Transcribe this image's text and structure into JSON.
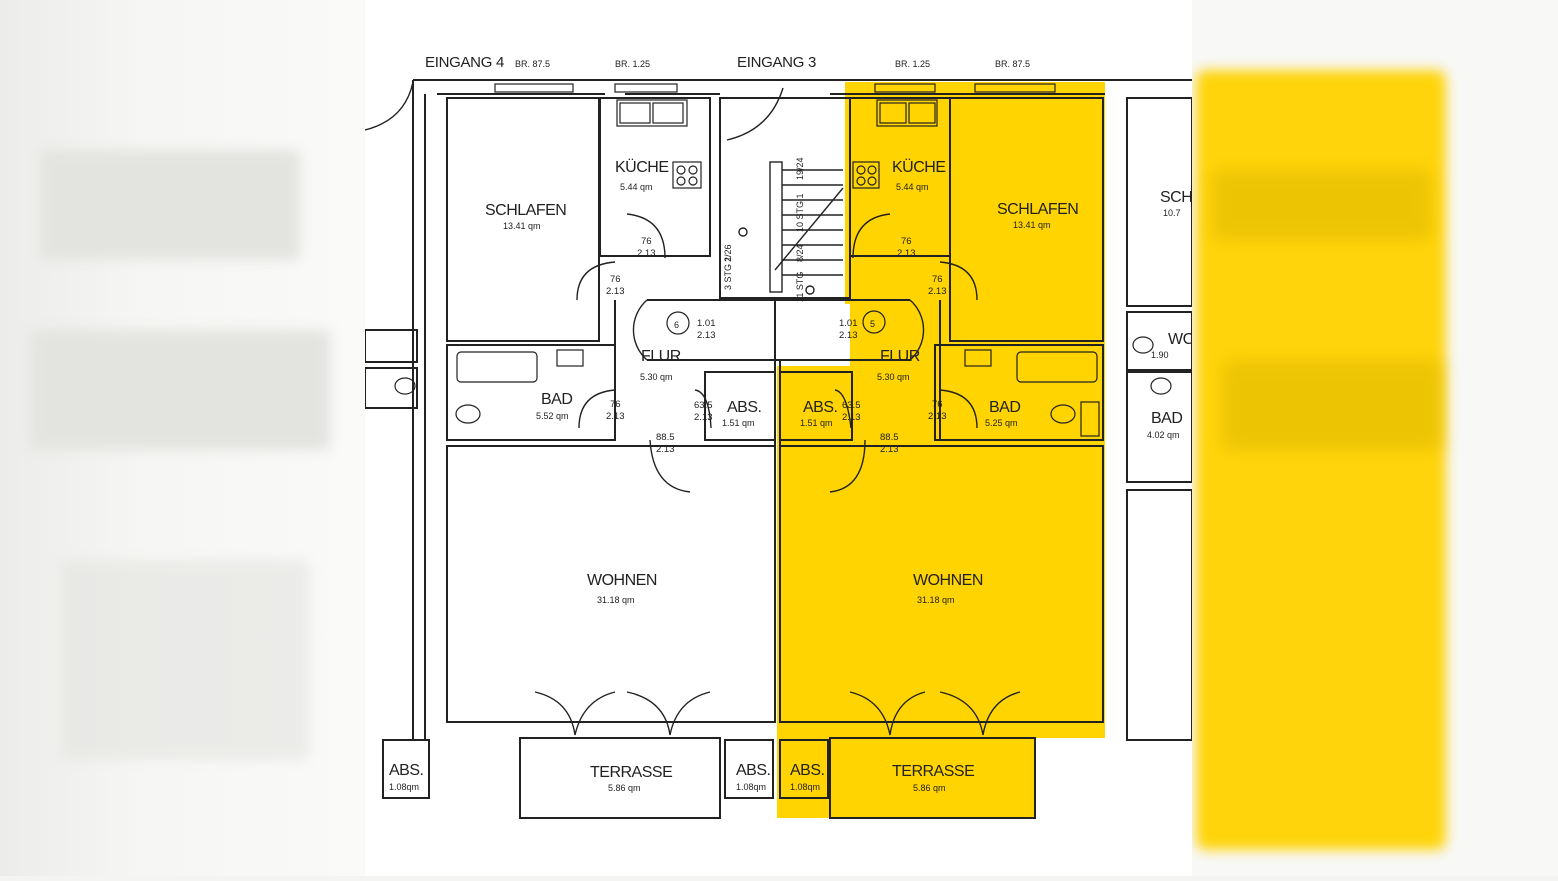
{
  "entrances": {
    "left": {
      "label": "EINGANG 4",
      "window_a": "BR. 87.5",
      "window_b": "BR. 1.25"
    },
    "right": {
      "label": "EINGANG 3",
      "window_a": "BR. 1.25",
      "window_b": "BR. 87.5"
    }
  },
  "stairs": {
    "left_a": "2/26",
    "left_b": "3 STG 1",
    "right_a": "19/24",
    "right_b": "10 STG 1",
    "right_c": "8/24",
    "right_d": "11 STG"
  },
  "units": {
    "left": {
      "number": "6",
      "landing_door": {
        "w": "1.01",
        "h": "2.13"
      },
      "rooms": {
        "schlafen": {
          "name": "SCHLAFEN",
          "area": "13.41 qm"
        },
        "kueche": {
          "name": "KÜCHE",
          "area": "5.44 qm"
        },
        "flur": {
          "name": "FLUR",
          "area": "5.30 qm"
        },
        "bad": {
          "name": "BAD",
          "area": "5.52 qm"
        },
        "abs": {
          "name": "ABS.",
          "area": "1.51 qm"
        },
        "wohnen": {
          "name": "WOHNEN",
          "area": "31.18 qm"
        },
        "terrasse": {
          "name": "TERRASSE",
          "area": "5.86 qm"
        },
        "abs_outer": {
          "name": "ABS.",
          "area": "1.08qm"
        },
        "abs_outer2": {
          "name": "ABS.",
          "area": "1.08qm"
        }
      },
      "doors": {
        "kueche": {
          "w": "76",
          "h": "2.13"
        },
        "schlafen": {
          "w": "76",
          "h": "2.13"
        },
        "bad": {
          "w": "76",
          "h": "2.13"
        },
        "abs": {
          "w": "63.5",
          "h": "2.13"
        },
        "wohnen": {
          "w": "88.5",
          "h": "2.13"
        }
      }
    },
    "right": {
      "number": "5",
      "landing_door": {
        "w": "1.01",
        "h": "2.13"
      },
      "rooms": {
        "schlafen": {
          "name": "SCHLAFEN",
          "area": "13.41 qm"
        },
        "kueche": {
          "name": "KÜCHE",
          "area": "5.44 qm"
        },
        "flur": {
          "name": "FLUR",
          "area": "5.30 qm"
        },
        "bad": {
          "name": "BAD",
          "area": "5.25 qm"
        },
        "abs": {
          "name": "ABS.",
          "area": "1.51 qm"
        },
        "wohnen": {
          "name": "WOHNEN",
          "area": "31.18 qm"
        },
        "terrasse": {
          "name": "TERRASSE",
          "area": "5.86 qm"
        },
        "abs_outer": {
          "name": "ABS.",
          "area": "1.08qm"
        }
      },
      "doors": {
        "kueche": {
          "w": "76",
          "h": "2.13"
        },
        "schlafen": {
          "w": "76",
          "h": "2.13"
        },
        "bad": {
          "w": "76",
          "h": "2.13"
        },
        "abs": {
          "w": "63.5",
          "h": "2.13"
        },
        "wohnen": {
          "w": "88.5",
          "h": "2.13"
        }
      }
    },
    "neighbor_right": {
      "schlafen": {
        "name": "SCHLAFEN",
        "area": "10.7"
      },
      "wc": {
        "name": "WC",
        "area": "1.90"
      },
      "bad": {
        "name": "BAD",
        "area": "4.02 qm"
      }
    }
  },
  "colors": {
    "highlight": "#ffd400",
    "line": "#222222",
    "background": "#ffffff"
  }
}
